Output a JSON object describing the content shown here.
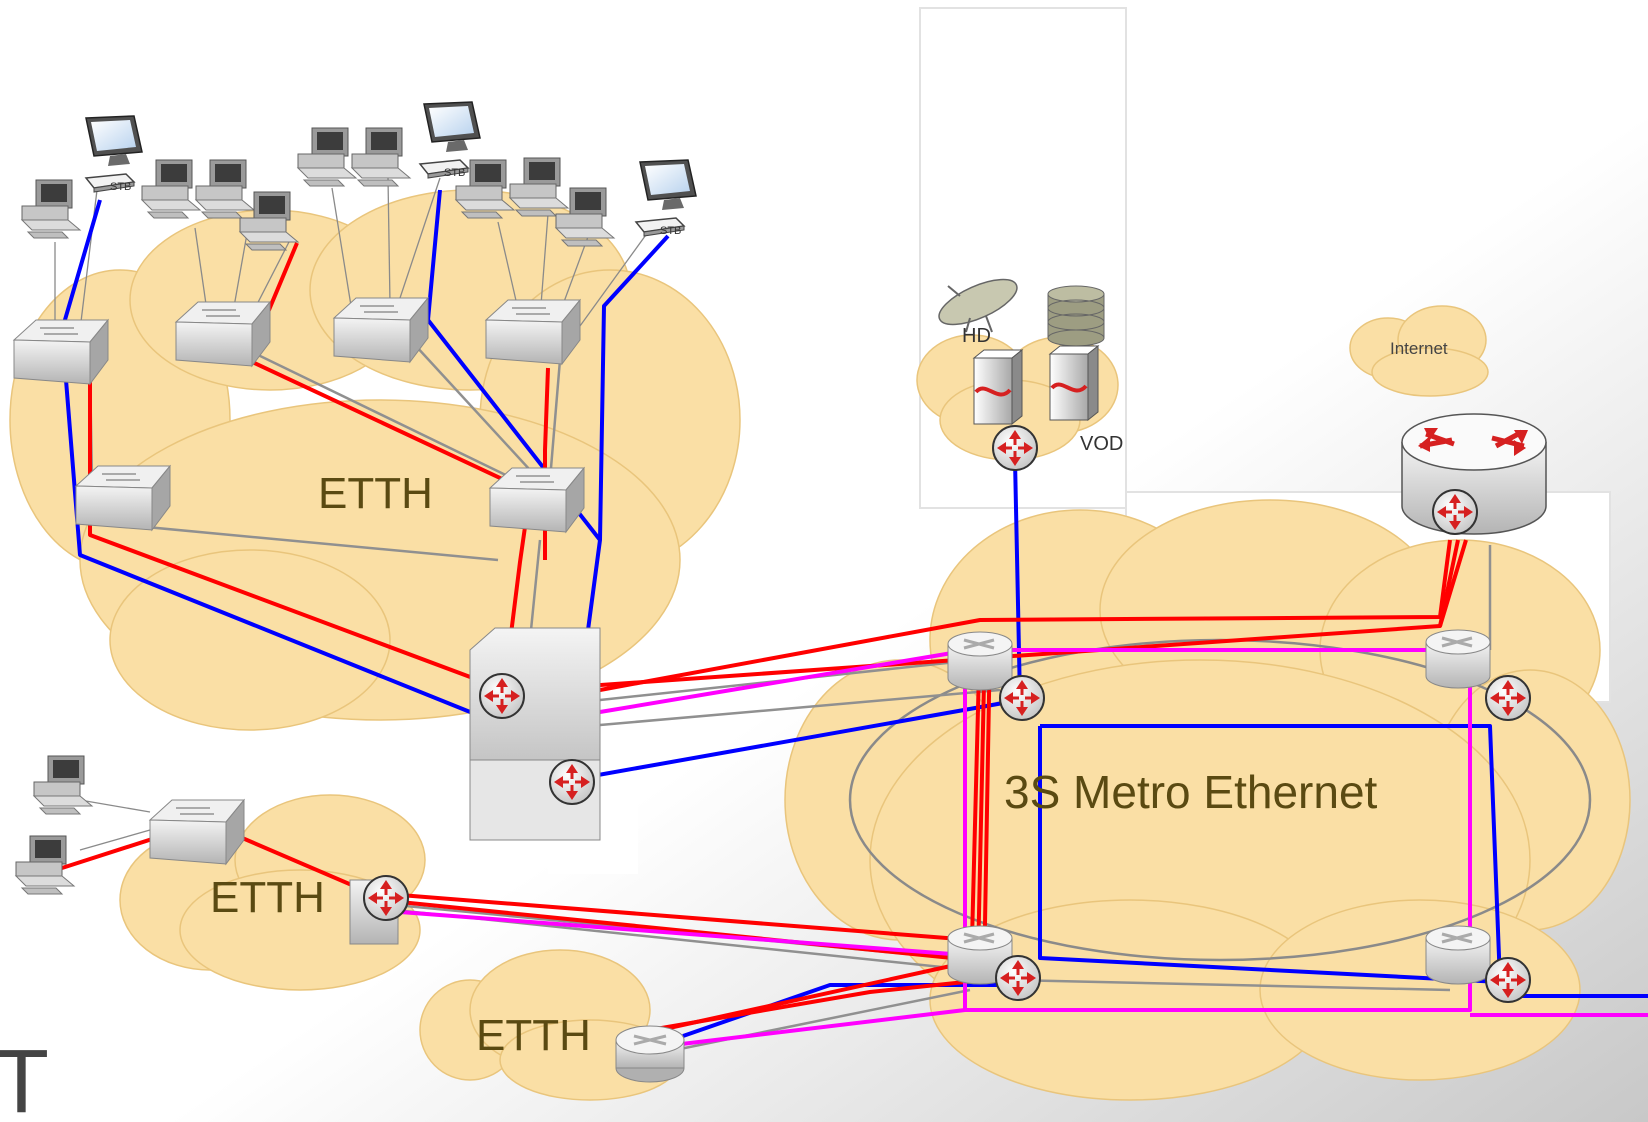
{
  "colors": {
    "cloud_fill": "#fadfa5",
    "cloud_stroke": "#e9c57c",
    "iptv_line": "#0000ff",
    "internet_line": "#ff0000",
    "voip_line": "#ff00ff",
    "data_line": "#909090",
    "router_red": "#d62020",
    "label_text": "#5a4a12"
  },
  "clouds": {
    "access_main": {
      "label": "ETTH"
    },
    "access_small": {
      "label": "ETTH"
    },
    "access_bottom": {
      "label": "ETTH"
    },
    "metro": {
      "label": "3S Metro Ethernet"
    },
    "headend": {
      "label": ""
    },
    "internet": {
      "label": "Internet"
    }
  },
  "headend": {
    "hd_label": "HD",
    "vod_label": "VOD"
  },
  "stb_label": "STB",
  "edge_glyph": "T",
  "icons": {
    "pc": "desktop-computer-icon",
    "tv": "tv-monitor-icon",
    "stb": "set-top-box-icon",
    "switch": "access-switch-icon",
    "router": "router-icon",
    "satellite": "satellite-dish-icon",
    "database": "database-icon",
    "server": "server-icon",
    "core_router": "core-router-icon"
  }
}
